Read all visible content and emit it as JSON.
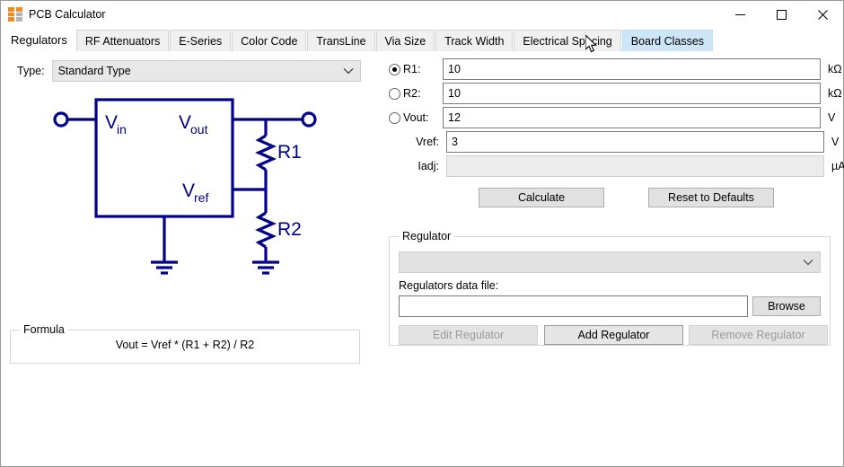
{
  "window": {
    "title": "PCB Calculator",
    "icon": "calculator-icon",
    "minimize_label": "—",
    "maximize_label": "☐",
    "close_label": "✕"
  },
  "tabs": [
    {
      "label": "Regulators",
      "state": "active"
    },
    {
      "label": "RF Attenuators",
      "state": "normal"
    },
    {
      "label": "E-Series",
      "state": "normal"
    },
    {
      "label": "Color Code",
      "state": "normal"
    },
    {
      "label": "TransLine",
      "state": "normal"
    },
    {
      "label": "Via Size",
      "state": "normal"
    },
    {
      "label": "Track Width",
      "state": "normal"
    },
    {
      "label": "Electrical Spacing",
      "state": "normal"
    },
    {
      "label": "Board Classes",
      "state": "hover"
    }
  ],
  "left_panel": {
    "type_label": "Type:",
    "type_value": "Standard Type",
    "chevron": "⌄",
    "schematic": {
      "vin": "V",
      "vin_sub": "in",
      "vout": "V",
      "vout_sub": "out",
      "vref": "V",
      "vref_sub": "ref",
      "r1": "R1",
      "r2": "R2"
    },
    "formula_group_title": "Formula",
    "formula_text": "Vout = Vref * (R1 + R2) / R2"
  },
  "right_panel": {
    "fields": [
      {
        "name": "r1",
        "radio": true,
        "selected": true,
        "label": "R1:",
        "value": "10",
        "unit": "kΩ",
        "disabled": false
      },
      {
        "name": "r2",
        "radio": true,
        "selected": false,
        "label": "R2:",
        "value": "10",
        "unit": "kΩ",
        "disabled": false
      },
      {
        "name": "vout",
        "radio": true,
        "selected": false,
        "label": "Vout:",
        "value": "12",
        "unit": "V",
        "disabled": false
      },
      {
        "name": "vref",
        "radio": false,
        "selected": false,
        "label": "Vref:",
        "value": "3",
        "unit": "V",
        "disabled": false
      },
      {
        "name": "iadj",
        "radio": false,
        "selected": false,
        "label": "Iadj:",
        "value": "",
        "unit": "µA",
        "disabled": true
      }
    ],
    "calculate_label": "Calculate",
    "reset_label": "Reset to Defaults",
    "regulator_group": {
      "title": "Regulator",
      "combo_value": "",
      "chevron": "⌄",
      "data_file_label": "Regulators data file:",
      "data_file_value": "",
      "browse_label": "Browse",
      "edit_label": "Edit Regulator",
      "add_label": "Add Regulator",
      "remove_label": "Remove Regulator"
    }
  },
  "colors": {
    "schematic": "#00008b",
    "tab_hover": "#cce6f7",
    "accent_icon": "#ef8b22"
  }
}
